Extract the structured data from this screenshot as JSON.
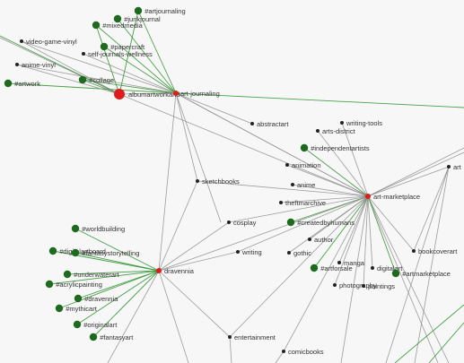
{
  "colors": {
    "background": "#f7f7f7",
    "gray_edge": "#8c8c8c",
    "green_edge": "#3f9b3f",
    "hub_node": "#e01b1b",
    "tag_node": "#1e6a1e",
    "small_node": "#222222",
    "label": "#333333"
  },
  "nodes": [
    {
      "id": "albumartworkand",
      "label": "albumartworkand",
      "kind": "hub-big"
    },
    {
      "id": "art-journaling",
      "label": "art-journaling",
      "kind": "hub"
    },
    {
      "id": "art-marketplace",
      "label": "art-marketplace",
      "kind": "hub"
    },
    {
      "id": "dravennia",
      "label": "dravennia",
      "kind": "hub"
    },
    {
      "id": "artjournaling",
      "label": "#artjournaling",
      "kind": "tag"
    },
    {
      "id": "junkjournal",
      "label": "#junkjournal",
      "kind": "tag"
    },
    {
      "id": "mixedmedia",
      "label": "#mixedmedia",
      "kind": "tag"
    },
    {
      "id": "papercraft",
      "label": "#papercraft",
      "kind": "tag"
    },
    {
      "id": "collage",
      "label": "#collage",
      "kind": "tag"
    },
    {
      "id": "artwork",
      "label": "#artwork",
      "kind": "tag"
    },
    {
      "id": "video-game-vinyl",
      "label": "video-game-vinyl",
      "kind": "small"
    },
    {
      "id": "self-journals-wellness",
      "label": "self-journals-wellness",
      "kind": "small"
    },
    {
      "id": "anime-vinyl",
      "label": "anime-vinyl",
      "kind": "small"
    },
    {
      "id": "abstractart",
      "label": "abstractart",
      "kind": "small"
    },
    {
      "id": "writing-tools",
      "label": "writing-tools",
      "kind": "small"
    },
    {
      "id": "arts-district",
      "label": "arts-district",
      "kind": "small"
    },
    {
      "id": "independentartists",
      "label": "#independentartists",
      "kind": "tag"
    },
    {
      "id": "animation",
      "label": "animation",
      "kind": "small"
    },
    {
      "id": "art",
      "label": "art",
      "kind": "small"
    },
    {
      "id": "sketchbooks",
      "label": "sketchbooks",
      "kind": "small"
    },
    {
      "id": "anime",
      "label": "anime",
      "kind": "small"
    },
    {
      "id": "theftmarchive",
      "label": "theftmarchive",
      "kind": "small"
    },
    {
      "id": "cosplay",
      "label": "cosplay",
      "kind": "small"
    },
    {
      "id": "createdbyhumans",
      "label": "#createdbyhumans",
      "kind": "tag"
    },
    {
      "id": "author",
      "label": "author",
      "kind": "small"
    },
    {
      "id": "writing",
      "label": "writing",
      "kind": "small"
    },
    {
      "id": "gothic",
      "label": "gothic",
      "kind": "small"
    },
    {
      "id": "bookcoverart",
      "label": "bookcoverart",
      "kind": "small"
    },
    {
      "id": "manga",
      "label": "manga",
      "kind": "small"
    },
    {
      "id": "artforsale",
      "label": "#artforsale",
      "kind": "tag"
    },
    {
      "id": "digitalart",
      "label": "digitalart",
      "kind": "small"
    },
    {
      "id": "artmarketplace",
      "label": "#artmarketplace",
      "kind": "tag"
    },
    {
      "id": "photography",
      "label": "photography",
      "kind": "small"
    },
    {
      "id": "paintings",
      "label": "paintings",
      "kind": "small"
    },
    {
      "id": "worldbuilding",
      "label": "#worldbuilding",
      "kind": "tag"
    },
    {
      "id": "digitalartboard",
      "label": "#digitalartboard",
      "kind": "tag"
    },
    {
      "id": "fantasystorytelling",
      "label": "#fantasystorytelling",
      "kind": "tag"
    },
    {
      "id": "underwaterart",
      "label": "#underwaterart",
      "kind": "tag"
    },
    {
      "id": "acrylicpainting",
      "label": "#acrylicpainting",
      "kind": "tag"
    },
    {
      "id": "dravennia-tag",
      "label": "#dravennia",
      "kind": "tag"
    },
    {
      "id": "mythicart",
      "label": "#mythicart",
      "kind": "tag"
    },
    {
      "id": "originalart",
      "label": "#originalart",
      "kind": "tag"
    },
    {
      "id": "fantasyart",
      "label": "#fantasyart",
      "kind": "tag"
    },
    {
      "id": "entertainment",
      "label": "entertainment",
      "kind": "small"
    },
    {
      "id": "comicbooks",
      "label": "comicbooks",
      "kind": "small"
    }
  ],
  "edges": [
    [
      "art-journaling",
      "artjournaling",
      "green"
    ],
    [
      "art-journaling",
      "junkjournal",
      "green"
    ],
    [
      "art-journaling",
      "mixedmedia",
      "green"
    ],
    [
      "art-journaling",
      "papercraft",
      "green"
    ],
    [
      "art-journaling",
      "collage",
      "green"
    ],
    [
      "art-journaling",
      "artwork",
      "green"
    ],
    [
      "art-journaling",
      "self-journals-wellness",
      "gray"
    ],
    [
      "art-journaling",
      "video-game-vinyl",
      "gray"
    ],
    [
      "art-journaling",
      "anime-vinyl",
      "gray"
    ],
    [
      "art-journaling",
      "albumartworkand",
      "gray"
    ],
    [
      "art-journaling",
      "dravennia",
      "gray"
    ],
    [
      "art-journaling",
      "sketchbooks",
      "gray"
    ],
    [
      "art-journaling",
      "art-marketplace",
      "gray"
    ],
    [
      "art-journaling",
      "abstractart",
      "gray"
    ],
    [
      "albumartworkand",
      "artjournaling",
      "green"
    ],
    [
      "albumartworkand",
      "mixedmedia",
      "green"
    ],
    [
      "albumartworkand",
      "collage",
      "green"
    ],
    [
      "albumartworkand",
      "anime-vinyl",
      "gray"
    ],
    [
      "albumartworkand",
      "video-game-vinyl",
      "gray"
    ],
    [
      "albumartworkand",
      "art-marketplace",
      "gray"
    ],
    [
      "art-marketplace",
      "writing-tools",
      "gray"
    ],
    [
      "art-marketplace",
      "arts-district",
      "gray"
    ],
    [
      "art-marketplace",
      "independentartists",
      "green"
    ],
    [
      "art-marketplace",
      "animation",
      "gray"
    ],
    [
      "art-marketplace",
      "anime",
      "gray"
    ],
    [
      "art-marketplace",
      "theftmarchive",
      "gray"
    ],
    [
      "art-marketplace",
      "createdbyhumans",
      "green"
    ],
    [
      "art-marketplace",
      "cosplay",
      "gray"
    ],
    [
      "art-marketplace",
      "author",
      "gray"
    ],
    [
      "art-marketplace",
      "gothic",
      "gray"
    ],
    [
      "art-marketplace",
      "manga",
      "gray"
    ],
    [
      "art-marketplace",
      "artforsale",
      "green"
    ],
    [
      "art-marketplace",
      "digitalart",
      "gray"
    ],
    [
      "art-marketplace",
      "artmarketplace",
      "green"
    ],
    [
      "art-marketplace",
      "photography",
      "gray"
    ],
    [
      "art-marketplace",
      "paintings",
      "gray"
    ],
    [
      "art-marketplace",
      "bookcoverart",
      "gray"
    ],
    [
      "art-marketplace",
      "art",
      "gray"
    ],
    [
      "art-marketplace",
      "writing",
      "gray"
    ],
    [
      "art-marketplace",
      "dravennia",
      "gray"
    ],
    [
      "art-marketplace",
      "sketchbooks",
      "gray"
    ],
    [
      "art-marketplace",
      "comicbooks",
      "gray"
    ],
    [
      "art-marketplace",
      "entertainment",
      "gray"
    ],
    [
      "dravennia",
      "worldbuilding",
      "green"
    ],
    [
      "dravennia",
      "digitalartboard",
      "green"
    ],
    [
      "dravennia",
      "fantasystorytelling",
      "green"
    ],
    [
      "dravennia",
      "underwaterart",
      "green"
    ],
    [
      "dravennia",
      "acrylicpainting",
      "green"
    ],
    [
      "dravennia",
      "dravennia-tag",
      "green"
    ],
    [
      "dravennia",
      "mythicart",
      "green"
    ],
    [
      "dravennia",
      "originalart",
      "green"
    ],
    [
      "dravennia",
      "fantasyart",
      "green"
    ],
    [
      "dravennia",
      "cosplay",
      "gray"
    ],
    [
      "dravennia",
      "writing",
      "gray"
    ],
    [
      "dravennia",
      "entertainment",
      "gray"
    ],
    [
      "dravennia",
      "sketchbooks",
      "gray"
    ],
    [
      "art",
      "bookcoverart",
      "gray"
    ]
  ]
}
